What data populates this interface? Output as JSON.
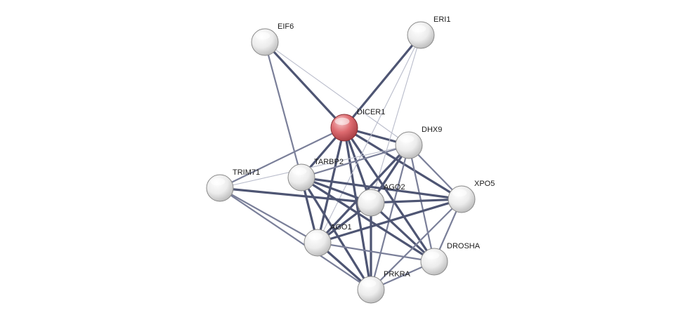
{
  "network": {
    "query_node": "DICER1",
    "nodes": [
      {
        "id": "DICER1",
        "label": "DICER1",
        "query": true
      },
      {
        "id": "EIF6",
        "label": "EIF6"
      },
      {
        "id": "ERI1",
        "label": "ERI1"
      },
      {
        "id": "DHX9",
        "label": "DHX9"
      },
      {
        "id": "TARBP2",
        "label": "TARBP2"
      },
      {
        "id": "TRIM71",
        "label": "TRIM71"
      },
      {
        "id": "AGO2",
        "label": "AGO2"
      },
      {
        "id": "XPO5",
        "label": "XPO5"
      },
      {
        "id": "AGO1",
        "label": "AGO1"
      },
      {
        "id": "DROSHA",
        "label": "DROSHA"
      },
      {
        "id": "PRKRA",
        "label": "PRKRA"
      }
    ],
    "edges": [
      {
        "source": "DICER1",
        "target": "EIF6",
        "strength": "strong"
      },
      {
        "source": "DICER1",
        "target": "ERI1",
        "strength": "strong"
      },
      {
        "source": "DICER1",
        "target": "DHX9",
        "strength": "strong"
      },
      {
        "source": "DICER1",
        "target": "TARBP2",
        "strength": "strong"
      },
      {
        "source": "DICER1",
        "target": "TRIM71",
        "strength": "medium"
      },
      {
        "source": "DICER1",
        "target": "AGO2",
        "strength": "strong"
      },
      {
        "source": "DICER1",
        "target": "XPO5",
        "strength": "strong"
      },
      {
        "source": "DICER1",
        "target": "AGO1",
        "strength": "strong"
      },
      {
        "source": "DICER1",
        "target": "DROSHA",
        "strength": "strong"
      },
      {
        "source": "DICER1",
        "target": "PRKRA",
        "strength": "strong"
      },
      {
        "source": "EIF6",
        "target": "TARBP2",
        "strength": "medium"
      },
      {
        "source": "EIF6",
        "target": "DHX9",
        "strength": "weak"
      },
      {
        "source": "ERI1",
        "target": "AGO2",
        "strength": "weak"
      },
      {
        "source": "ERI1",
        "target": "AGO1",
        "strength": "weak"
      },
      {
        "source": "DHX9",
        "target": "TARBP2",
        "strength": "medium"
      },
      {
        "source": "DHX9",
        "target": "AGO2",
        "strength": "strong"
      },
      {
        "source": "DHX9",
        "target": "XPO5",
        "strength": "medium"
      },
      {
        "source": "DHX9",
        "target": "AGO1",
        "strength": "strong"
      },
      {
        "source": "DHX9",
        "target": "DROSHA",
        "strength": "medium"
      },
      {
        "source": "DHX9",
        "target": "PRKRA",
        "strength": "medium"
      },
      {
        "source": "DHX9",
        "target": "TRIM71",
        "strength": "weak"
      },
      {
        "source": "TARBP2",
        "target": "AGO2",
        "strength": "strong"
      },
      {
        "source": "TARBP2",
        "target": "XPO5",
        "strength": "strong"
      },
      {
        "source": "TARBP2",
        "target": "AGO1",
        "strength": "strong"
      },
      {
        "source": "TARBP2",
        "target": "DROSHA",
        "strength": "strong"
      },
      {
        "source": "TARBP2",
        "target": "PRKRA",
        "strength": "strong"
      },
      {
        "source": "TRIM71",
        "target": "AGO2",
        "strength": "strong"
      },
      {
        "source": "TRIM71",
        "target": "AGO1",
        "strength": "medium"
      },
      {
        "source": "TRIM71",
        "target": "PRKRA",
        "strength": "medium"
      },
      {
        "source": "AGO2",
        "target": "XPO5",
        "strength": "strong"
      },
      {
        "source": "AGO2",
        "target": "AGO1",
        "strength": "strong"
      },
      {
        "source": "AGO2",
        "target": "DROSHA",
        "strength": "strong"
      },
      {
        "source": "AGO2",
        "target": "PRKRA",
        "strength": "strong"
      },
      {
        "source": "XPO5",
        "target": "AGO1",
        "strength": "strong"
      },
      {
        "source": "XPO5",
        "target": "DROSHA",
        "strength": "medium"
      },
      {
        "source": "XPO5",
        "target": "PRKRA",
        "strength": "medium"
      },
      {
        "source": "AGO1",
        "target": "DROSHA",
        "strength": "medium"
      },
      {
        "source": "AGO1",
        "target": "PRKRA",
        "strength": "strong"
      },
      {
        "source": "DROSHA",
        "target": "PRKRA",
        "strength": "medium"
      }
    ]
  },
  "colors": {
    "edge_strong": "#4e5573",
    "edge_medium": "#7a7f99",
    "edge_weak": "#b9bccb",
    "node_fill": "#f2f2f2",
    "node_stroke": "#8a8a8a",
    "query_fill": "#d9595e",
    "query_stroke": "#8a2e33"
  }
}
